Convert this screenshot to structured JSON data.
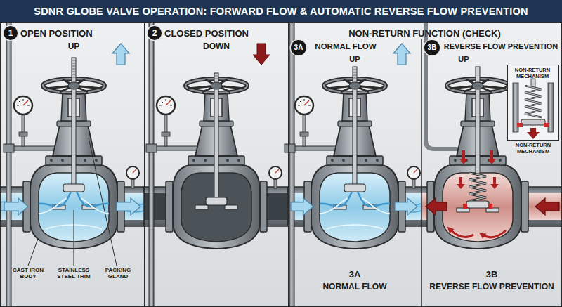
{
  "diagram": {
    "title": "SDNR GLOBE VALVE OPERATION: FORWARD FLOW & AUTOMATIC REVERSE FLOW PREVENTION",
    "nodes": [
      {
        "text": [
          "OPEN POSITION"
        ]
      },
      {
        "text": [
          "1"
        ],
        "in": 0
      },
      {
        "text": [
          "CLOSED POSITION"
        ]
      },
      {
        "text": [
          "2"
        ],
        "in": 2
      },
      {
        "text": [
          "NON-RETURN FUNCTION (CHECK)"
        ]
      },
      {
        "text": [
          "3A"
        ],
        "in": 4
      },
      {
        "text": [
          "3B"
        ],
        "in": 4
      },
      {
        "text": [
          "NON-RETURN MECHANISM"
        ],
        "in": 4
      }
    ],
    "labels": [
      "UP",
      "CAST IRON BODY",
      "STAINLESS STEEL TRIM",
      "PACKING GLAND",
      "DOWN",
      "NORMAL FLOW",
      "UP",
      "REVERSE FLOW PREVENTION",
      "UP",
      "NON-RETURN MECHANISM",
      "3A",
      "NORMAL FLOW",
      "3B",
      "REVERSE FLOW PREVENTION"
    ]
  }
}
